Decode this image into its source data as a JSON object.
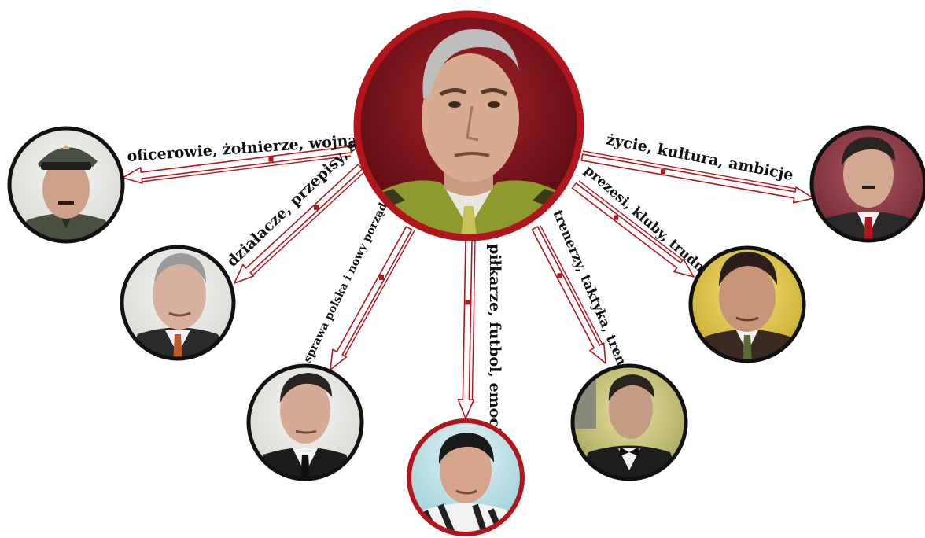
{
  "center": {
    "portrait": "central-figure-portrait",
    "ring_color": "#b2151c"
  },
  "colors": {
    "arrow_stroke": "#b2151c",
    "node_ring": "#111111",
    "center_ring": "#b2151c"
  },
  "labels": {
    "officers": "oficerowie, żołnierze, wojna",
    "activists": "działacze, przepisy, sport",
    "polish_cause": "sprawa polska i nowy porządek",
    "players": "piłkarze, futbol, emocje",
    "coaches": "trenerzy, taktyka, trening",
    "presidents": "prezesi, kluby, trudności",
    "life": "życie, kultura, ambicje"
  },
  "nodes": [
    {
      "id": "officer",
      "portrait": "officer-portrait",
      "ring": "#111111"
    },
    {
      "id": "activist",
      "portrait": "activist-portrait",
      "ring": "#111111"
    },
    {
      "id": "politician",
      "portrait": "politician-portrait",
      "ring": "#111111"
    },
    {
      "id": "player",
      "portrait": "footballer-portrait",
      "ring": "#b2151c"
    },
    {
      "id": "coach",
      "portrait": "coach-portrait",
      "ring": "#111111"
    },
    {
      "id": "president",
      "portrait": "club-president-portrait",
      "ring": "#111111"
    },
    {
      "id": "culture",
      "portrait": "culture-figure-portrait",
      "ring": "#111111"
    }
  ]
}
